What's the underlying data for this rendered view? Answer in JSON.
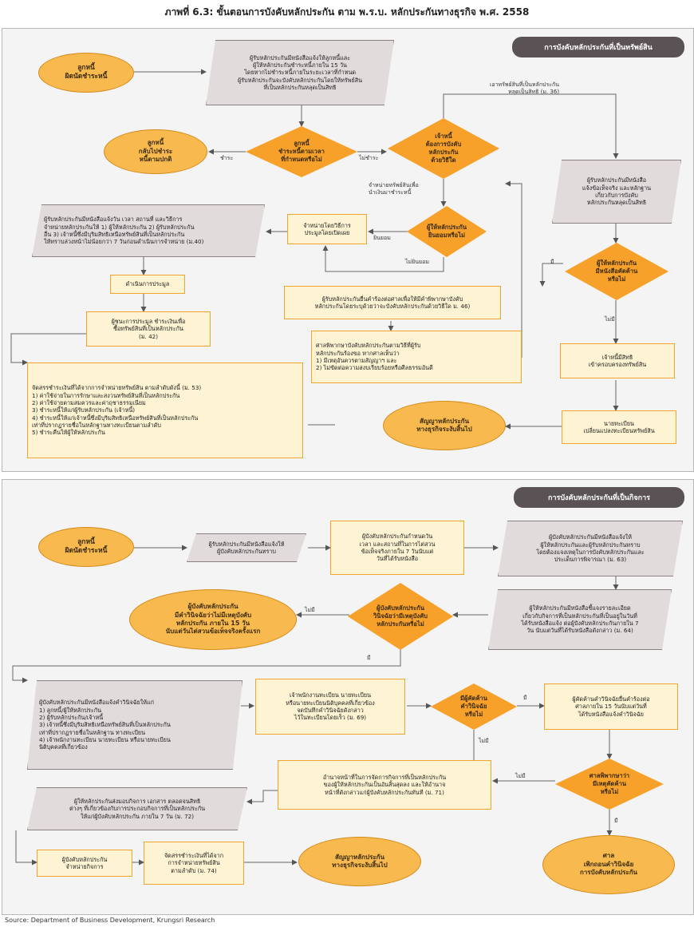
{
  "title": "ภาพที่ 6.3: ขั้นตอนการบังคับหลักประกัน ตาม พ.ร.บ. หลักประกันทางธุรกิจ พ.ศ. 2558",
  "source": "Source: Department of Business Development, Krungsri Research",
  "colors": {
    "oval": "#f8ba4e",
    "diamond": "#f7a12a",
    "box_border": "#f0a52e",
    "box_fill": "#fef3d2",
    "grey_fill": "#e1dbdc",
    "banner": "#5a5254"
  },
  "assets": {
    "banner": "การบังคับหลักประกันที่เป็นทรัพย์สิน",
    "nodes": {
      "debtor_default": "ลูกหนี้\nผิดนัดชำระหนี้",
      "notice_debtor": "ผู้รับหลักประกันมีหนังสือแจ้งให้ลูกหนี้และ\nผู้ให้หลักประกันชำระหนี้ภายใน 15 วัน\nโดยหากไม่ชำระหนี้ภายในระยะเวลาที่กำหนด\nผู้รับหลักประกันจะบังคับหลักประกันโดยให้ทรัพย์สิน\nที่เป็นหลักประกันหลุดเป็นสิทธิ",
      "back_normal": "ลูกหนี้\nกลับไปชำระ\nหนี้ตามปกติ",
      "pay_in_time": "ลูกหนี้\nชำระหนี้ตามเวลา\nที่กำหนดหรือไม่",
      "creditor_method": "เจ้าหนี้\nต้องการบังคับ\nหลักประกัน\nด้วยวิธีใด",
      "foreclosure_notice": "ผู้รับหลักประกันมีหนังสือ\nแจ้งข้อเท็จจริง และหลักฐาน\nเกี่ยวกับการบังคับ\nหลักประกันหลุดเป็นสิทธิ",
      "auction_notice": "ผู้รับหลักประกันมีหนังสือแจ้งวัน เวลา สถานที่ และวิธีการ\nจำหน่ายหลักประกันให้ 1) ผู้ให้หลักประกัน 2) ผู้รับหลักประกัน\nอื่น 3) เจ้าหนี้ซึ่งมีบุริมสิทธิเหนือทรัพย์สินที่เป็นหลักประกัน\nให้ทราบล่วงหน้าไม่น้อยกว่า 7 วันก่อนดำเนินการจำหน่าย (ม.40)",
      "public_auction": "จำหน่ายโดยวิธีการ\nประมูลโดยเปิดเผย",
      "grantor_consent": "ผู้ให้หลักประกัน\nยินยอมหรือไม่",
      "grantor_objection": "ผู้ให้หลักประกัน\nมีหนังสือคัดค้าน\nหรือไม่",
      "conduct_auction": "ดำเนินการประมูล",
      "court_petition": "ผู้รับหลักประกันยื่นคำร้องต่อศาลเพื่อให้มีคำพิพากษาบังคับ\nหลักประกันโดยระบุด้วยว่าจะบังคับหลักประกันด้วยวิธีใด ม. 46)",
      "winner_pays": "ผู้ชนะการประมูล ชำระเงินเพื่อ\nซื้อทรัพย์สินที่เป็นหลักประกัน\n(ม. 42)",
      "court_judgment": "ศาลพิพากษาบังคับหลักประกันตามวิธีที่ผู้รับ\nหลักประกันร้องขอ หากศาลเห็นว่า\n1)   มีเหตุอันควรตามสัญญาฯ และ\n2)   ไม่ขัดต่อความสงบเรียบร้อยหรือศีลธรรมอันดี",
      "creditor_owner": "เจ้าหนี้มีสิทธิ\nเข้าครอบครองทรัพย์สิน",
      "distribution": "จัดสรรชำระเงินที่ได้จากการจำหน่ายทรัพย์สิน ตามลำดับดังนี้ (ม. 53)\n1)   ค่าใช้จ่ายในการรักษาและสงวนทรัพย์สินที่เป็นหลักประกัน\n2)   ค่าใช้จ่ายตามสมควรและค่าฤชาธรรมเนียม\n3)   ชำระหนี้ให้แก่ผู้รับหลักประกัน (เจ้าหนี้)\n4)   ชำระหนี้ให้แก่เจ้าหนี้ซึ่งมีบุริมสิทธิเหนือทรัพย์สินที่เป็นหลักประกัน\n       เท่าที่ปรากฏรายชื่อในหลักฐานทางทะเบียนตามลำดับ\n5)   ชำระคืนให้ผู้ให้หลักประกัน",
      "contract_end": "สัญญาหลักประกัน\nทางธุรกิจระงับสิ้นไป",
      "registrar_change": "นายทะเบียน\nเปลี่ยนแปลงทะเบียนทรัพย์สิน"
    },
    "labels": {
      "pay": "ชำระ",
      "not_pay": "ไม่ชำระ",
      "foreclose": "เอาทรัพย์สินที่เป็นหลักประกัน\nหลุดเป็นสิทธิ (ม. 36)",
      "sell": "จำหน่ายทรัพย์สินเพื่อ\nนำเงินมาชำระหนี้",
      "consent": "ยินยอม",
      "no_consent": "ไม่ยินยอม",
      "yes": "มี",
      "no": "ไม่มี"
    }
  },
  "business": {
    "banner": "การบังคับหลักประกันที่เป็นกิจการ",
    "nodes": {
      "debtor_default": "ลูกหนี้\nผิดนัดชำระหนี้",
      "notify_enforcer": "ผู้รับหลักประกันมีหนังสือแจ้งให้\nผู้บังคับหลักประกันทราบ",
      "set_date": "ผู้บังคับหลักประกันกำหนดวัน\nเวลา และสถานที่ในการไต่สวน\nข้อเท็จจริงภายใน 7 วันนับแต่\nวันที่ได้รับหนังสือ",
      "notify_parties": "ผู้บังคับหลักประกันมีหนังสือแจ้งให้\nผู้ให้หลักประกันและผู้รับหลักประกันทราบ\nโดยต้องแจงเหตุในการบังคับหลักประกันและ\nประเด็นการพิจารณา (ม. 63)",
      "enforcer_no_cause": "ผู้บังคับหลักประกัน\nมีคำวินิจฉัยว่าไม่มีเหตุบังคับ\nหลักประกัน ภายใน 15 วัน\nนับแต่วันไต่สวนข้อเท็จจริงครั้งแรก",
      "enforcer_decision": "ผู้บังคับหลักประกัน\nวินิจฉัยว่ามีเหตุบังคับ\nหลักประกันหรือไม่",
      "grantor_details": "ผู้ให้หลักประกันมีหนังสือชี้แจงรายละเอียด\nเกี่ยวกับกิจการที่เป็นหลักประกันที่เป็นอยู่ในวันที่\nได้รับหนังสือแจ้ง ต่อผู้บังคับหลักประกันภายใน 7\nวัน นับแต่วันที่ได้รับหนังสือดังกล่าว (ม. 64)",
      "notify_decision": "ผู้บังคับหลักประกันมีหนังสือแจ้งคำวินิจฉัยให้แก่\n1)   ลูกหนี้/ผู้ให้หลักประกัน\n2)   ผู้รับหลักประกัน/เจ้าหนี้\n3)   เจ้าหนี้ซึ่งมีบุริมสิทธิเหนือทรัพย์สินที่เป็นหลักประกัน\n       เท่าที่ปรากฏรายชื่อในหลักฐาน ทางทะเบียน\n4)   เจ้าพนักงานทะเบียน นายทะเบียน หรือนายทะเบียน\n       นิติบุคคลที่เกี่ยวข้อง",
      "officer_record": "เจ้าพนักงานทะเบียน นายทะเบียน\nหรือนายทะเบียนนิติบุคคลที่เกี่ยวข้อง\nจดบันทึกคำวินิจฉัยดังกล่าว\nไว้ในทะเบียนโดยเร็ว (ม. 69)",
      "objection_exists": "มีผู้คัดค้าน\nคำวินิจฉัย\nหรือไม่",
      "objector_petition": "ผู้คัดค้านคำวินิจฉัยยื่นคำร้องต่อ\nศาลภายใน 15 วันนับแต่วันที่\nได้รับหนังสือแจ้งคำวินิจฉัย",
      "management_power": "อำนาจหน้าที่ในการจัดการกิจการที่เป็นหลักประกัน\nของผู้ให้หลักประกันเป็นอันสิ้นสุดลง และให้อำนาจ\nหน้าที่ดังกล่าวแก่ผู้บังคับหลักประกันทันที (ม. 71)",
      "court_upholds": "ศาลพิพากษาว่า\nมีเหตุคัดค้าน\nหรือไม่",
      "hand_over": "ผู้ให้หลักประกันส่งมอบกิจการ เอกสาร ตลอดจนสิทธิ\nต่างๆ ที่เกี่ยวข้องกับการประกอบกิจการที่เป็นหลักประกัน\nให้แก่ผู้บังคับหลักประกัน ภายใน 7 วัน (ม. 72)",
      "sell_business": "ผู้บังคับหลักประกัน\nจำหน่ายกิจการ",
      "distribution": "จัดสรรชำระเงินที่ได้จาก\nการจำหน่ายทรัพย์สิน\nตามลำดับ (ม. 74)",
      "contract_end": "สัญญาหลักประกัน\nทางธุรกิจระงับสิ้นไป",
      "court_revokes": "ศาล\nเพิกถอนคำวินิจฉัย\nการบังคับหลักประกัน"
    },
    "labels": {
      "no_1": "ไม่มี",
      "yes_1": "มี",
      "yes_2": "มี",
      "no_2": "ไม่มี",
      "no_3": "ไม่มี",
      "yes_3": "มี"
    }
  }
}
